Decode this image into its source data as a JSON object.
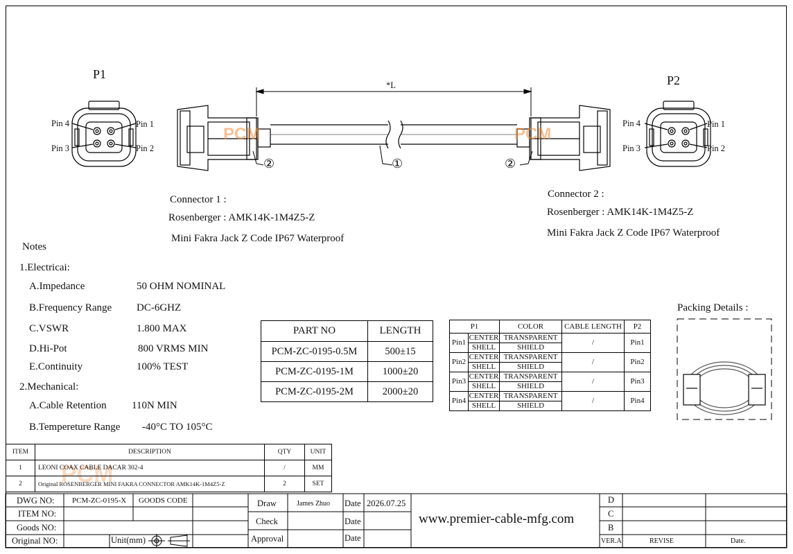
{
  "labels": {
    "p1": "P1",
    "p2": "P2",
    "length": "*L",
    "callout_1": "①",
    "callout_2": "②",
    "pin1": "Pin 1",
    "pin2": "Pin 2",
    "pin3": "Pin 3",
    "pin4": "Pin 4",
    "watermark": "PCM"
  },
  "connector1": {
    "title": "Connector 1 :",
    "part": "Rosenberger : AMK14K-1M4Z5-Z",
    "desc": "Mini Fakra Jack Z Code IP67 Waterproof"
  },
  "connector2": {
    "title": "Connector 2 :",
    "part": "Rosenberger : AMK14K-1M4Z5-Z",
    "desc": "Mini Fakra Jack Z Code IP67 Waterproof"
  },
  "notes": {
    "title": "Notes",
    "electrical": "1.Electricai:",
    "items_elec": [
      {
        "label": "A.Impedance",
        "value": "50 OHM NOMINAL"
      },
      {
        "label": "B.Frequency Range",
        "value": "DC-6GHZ"
      },
      {
        "label": "C.VSWR",
        "value": "1.800 MAX"
      },
      {
        "label": "D.Hi-Pot",
        "value": "800 VRMS MIN"
      },
      {
        "label": "E.Continuity",
        "value": "100% TEST"
      }
    ],
    "mechanical": "2.Mechanical:",
    "cable_retention_label": "A.Cable Retention",
    "cable_retention_value": "110N MIN",
    "temp_label": "B.Tempereture Range",
    "temp_value": "-40°C TO 105°C"
  },
  "part_table": {
    "headers": [
      "PART NO",
      "LENGTH"
    ],
    "rows": [
      [
        "PCM-ZC-0195-0.5M",
        "500±15"
      ],
      [
        "PCM-ZC-0195-1M",
        "1000±20"
      ],
      [
        "PCM-ZC-0195-2M",
        "2000±20"
      ]
    ]
  },
  "pin_table": {
    "headers": [
      "P1",
      "COLOR",
      "CABLE LENGTH",
      "P2"
    ],
    "rows": [
      {
        "p1": "Pin1",
        "p2": "Pin1",
        "len": "/",
        "center": "CENTER",
        "shell": "SHELL",
        "c_color": "TRANSPARENT",
        "s_color": "SHIELD"
      },
      {
        "p1": "Pin2",
        "p2": "Pin2",
        "len": "/",
        "center": "CENTER",
        "shell": "SHELL",
        "c_color": "TRANSPARENT",
        "s_color": "SHIELD"
      },
      {
        "p1": "Pin3",
        "p2": "Pin3",
        "len": "/",
        "center": "CENTER",
        "shell": "SHELL",
        "c_color": "TRANSPARENT",
        "s_color": "SHIELD"
      },
      {
        "p1": "Pin4",
        "p2": "Pin4",
        "len": "/",
        "center": "CENTER",
        "shell": "SHELL",
        "c_color": "TRANSPARENT",
        "s_color": "SHIELD"
      }
    ]
  },
  "packing": {
    "title": "Packing Details :"
  },
  "bom": {
    "headers": [
      "ITEM",
      "DESCRIPTION",
      "QTY",
      "UNIT"
    ],
    "rows": [
      [
        "1",
        "LEONI COAX CABLE DACAR 302-4",
        "/",
        "MM"
      ],
      [
        "2",
        "Original ROSENBERGER MINI FAKRA CONNECTOR AMK14K-1M4Z5-Z",
        "2",
        "SET"
      ]
    ]
  },
  "title_block": {
    "dwg_no_label": "DWG NO:",
    "dwg_no": "PCM-ZC-0195-X",
    "goods_code": "GOODS CODE",
    "item_no_label": "ITEM NO:",
    "goods_no_label": "Goods NO:",
    "original_no_label": "Original NO:",
    "unit": "Unit(mm)",
    "draw": "Draw",
    "drawer": "James Zhuo",
    "date_label": "Date",
    "date": "2026.07.25",
    "check": "Check",
    "approval": "Approval",
    "website": "www.premier-cable-mfg.com",
    "rev_d": "D",
    "rev_c": "C",
    "rev_b": "B",
    "vera": "VER.A",
    "revise": "REVISE",
    "date_col": "Date."
  }
}
